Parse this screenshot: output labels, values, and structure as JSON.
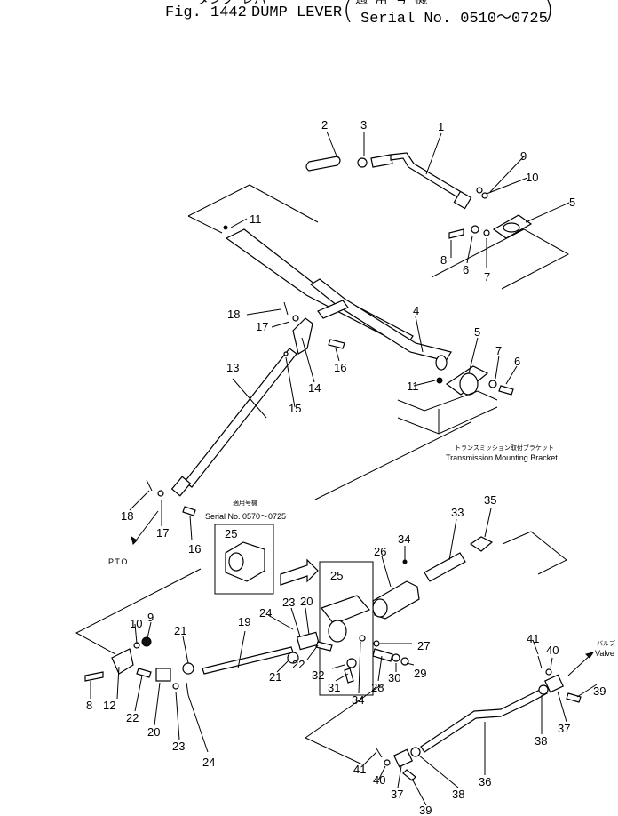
{
  "header": {
    "jp_title": "ダンプ レバー",
    "fig_label": "Fig. 1442",
    "title": "DUMP LEVER",
    "jp_serial": "適 用 号 機",
    "serial": "Serial No. 0510～0725"
  },
  "inset": {
    "jp_label": "適用号機",
    "serial": "Serial No.  0570～0725",
    "part": "25"
  },
  "labels": {
    "transmission_jp": "トランスミッション取付ブラケット",
    "transmission": "Transmission Mounting Bracket",
    "pto": "P.T.O",
    "valve_jp": "バルブ",
    "valve": "Valve"
  },
  "callouts": [
    "1",
    "2",
    "3",
    "4",
    "5",
    "5",
    "6",
    "6",
    "7",
    "7",
    "8",
    "8",
    "9",
    "9",
    "10",
    "10",
    "11",
    "11",
    "12",
    "13",
    "14",
    "15",
    "16",
    "16",
    "17",
    "17",
    "18",
    "18",
    "19",
    "20",
    "20",
    "21",
    "21",
    "22",
    "22",
    "23",
    "23",
    "24",
    "24",
    "25",
    "26",
    "27",
    "28",
    "29",
    "30",
    "31",
    "32",
    "33",
    "34",
    "34",
    "35",
    "36",
    "37",
    "37",
    "38",
    "38",
    "39",
    "39",
    "40",
    "40",
    "41",
    "41"
  ]
}
